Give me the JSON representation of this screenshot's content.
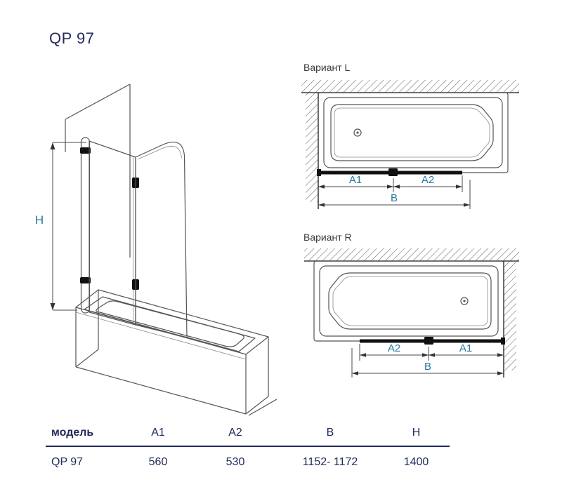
{
  "title": "QP 97",
  "variant_l": {
    "label": "Вариант L",
    "dims": {
      "a1": "A1",
      "a2": "A2",
      "b": "B"
    }
  },
  "variant_r": {
    "label": "Вариант R",
    "dims": {
      "a1": "A1",
      "a2": "A2",
      "b": "B"
    }
  },
  "side_view": {
    "dim_h": "H"
  },
  "spec_table": {
    "headers": [
      "модель",
      "A1",
      "A2",
      "B",
      "H"
    ],
    "rows": [
      [
        "QP 97",
        "560",
        "530",
        "1152- 1172",
        "1400"
      ]
    ]
  },
  "colors": {
    "dimension": "#2878a0",
    "heading": "#232a5c",
    "drawing_line": "#555555"
  }
}
